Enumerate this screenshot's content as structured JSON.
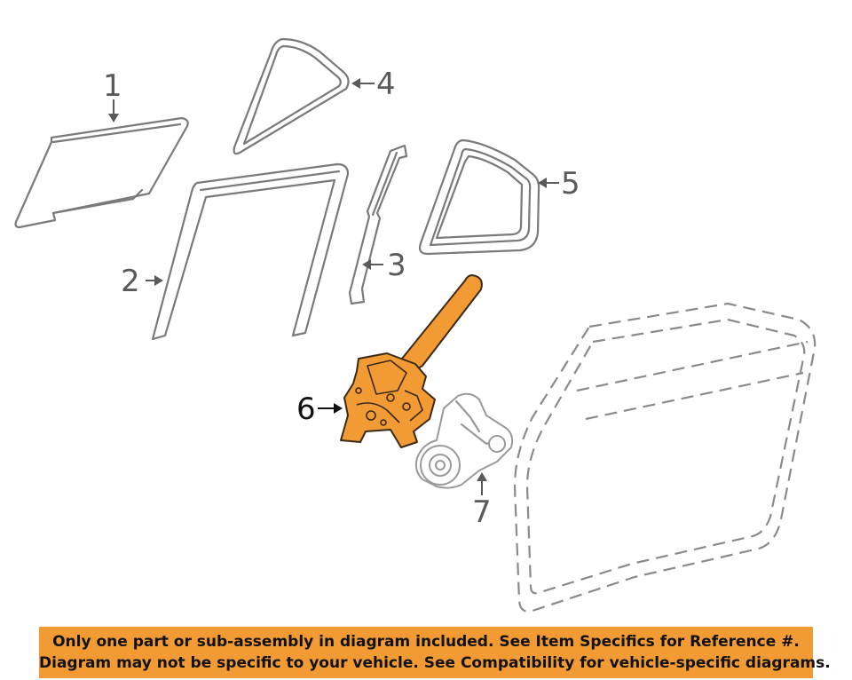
{
  "diagram": {
    "parts": [
      {
        "id": "1",
        "label": "1",
        "part": "door-glass"
      },
      {
        "id": "2",
        "label": "2",
        "part": "glass-run-channel"
      },
      {
        "id": "3",
        "label": "3",
        "part": "division-bar"
      },
      {
        "id": "4",
        "label": "4",
        "part": "quarter-glass"
      },
      {
        "id": "5",
        "label": "5",
        "part": "quarter-window-seal"
      },
      {
        "id": "6",
        "label": "6",
        "part": "window-regulator",
        "highlighted": true
      },
      {
        "id": "7",
        "label": "7",
        "part": "regulator-motor"
      }
    ],
    "highlight_color": "#f29a34"
  },
  "banner": {
    "line1": "Only one part or sub-assembly in diagram included. See Item Specifics for Reference #.",
    "line2": "Diagram may not be specific to your vehicle. See Compatibility for vehicle-specific diagrams.",
    "background": "#f29a34"
  }
}
